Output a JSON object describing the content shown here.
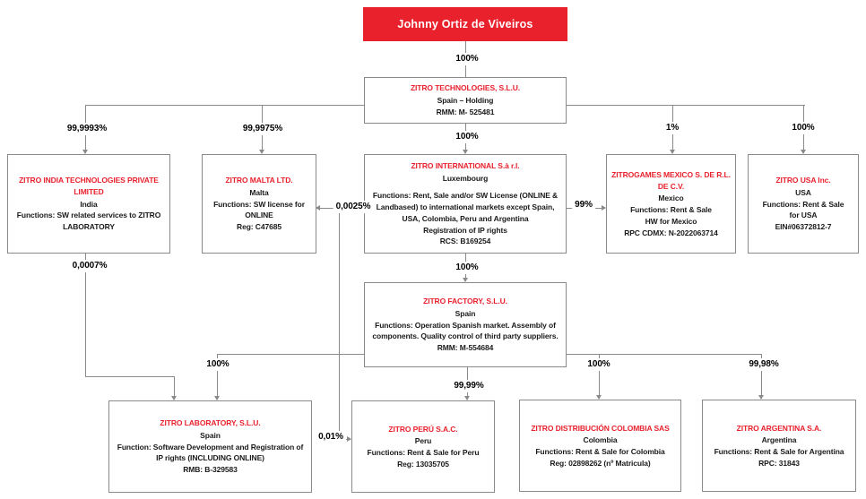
{
  "root": {
    "name": "Johnny Ortiz de Viveiros"
  },
  "companies": {
    "technologies": {
      "title": "ZITRO TECHNOLOGIES, S.L.U.",
      "l1": "Spain – Holding",
      "l2": "RMM: M- 525481"
    },
    "india": {
      "title": "ZITRO INDIA TECHNOLOGIES PRIVATE LIMITED",
      "l1": "India",
      "l2": "Functions: SW related services to ZITRO LABORATORY"
    },
    "malta": {
      "title": "ZITRO MALTA LTD.",
      "l1": "Malta",
      "l2": "Functions: SW license for ONLINE",
      "l3": "Reg: C47685"
    },
    "international": {
      "title": "ZITRO INTERNATIONAL S.à r.l.",
      "l1": "Luxembourg",
      "l2": "Functions: Rent, Sale and/or SW License (ONLINE & Landbased) to international markets except Spain, USA, Colombia, Peru and Argentina",
      "l3": "Registration of IP rights",
      "l4": "RCS: B169254"
    },
    "mexico": {
      "title": "ZITROGAMES MEXICO S. DE R.L. DE C.V.",
      "l1": "Mexico",
      "l2": "Functions: Rent & Sale",
      "l3": "HW for Mexico",
      "l4": "RPC CDMX: N-2022063714"
    },
    "usa": {
      "title": "ZITRO USA Inc.",
      "l1": "USA",
      "l2": "Functions: Rent & Sale",
      "l3": "for USA",
      "l4": "EIN#06372812-7"
    },
    "factory": {
      "title": "ZITRO FACTORY, S.L.U.",
      "l1": "Spain",
      "l2": "Functions: Operation Spanish market. Assembly of components. Quality control of third party suppliers.",
      "l3": "RMM: M-554684"
    },
    "laboratory": {
      "title": "ZITRO LABORATORY, S.L.U.",
      "l1": "Spain",
      "l2": "Function: Software Development and Registration of IP rights (INCLUDING ONLINE)",
      "l3": "RMB: B-329583"
    },
    "peru": {
      "title": "ZITRO PERÚ S.A.C.",
      "l1": "Peru",
      "l2": "Functions: Rent & Sale for Peru",
      "l3": "Reg: 13035705"
    },
    "colombia": {
      "title": "ZITRO DISTRIBUCIÓN COLOMBIA SAS",
      "l1": "Colombia",
      "l2": "Functions: Rent & Sale for Colombia",
      "l3": "Reg: 02898262 (nº Matricula)"
    },
    "argentina": {
      "title": "ZITRO ARGENTINA S.A.",
      "l1": "Argentina",
      "l2": "Functions: Rent & Sale for Argentina",
      "l3": "RPC: 31843"
    }
  },
  "ownership": {
    "root_technologies": "100%",
    "technologies_india": "99,9993%",
    "technologies_malta": "99,9975%",
    "technologies_international": "100%",
    "technologies_mexico": "1%",
    "technologies_usa": "100%",
    "international_malta": "0,0025%",
    "international_mexico": "99%",
    "laboratory_india": "0,0007%",
    "international_factory": "100%",
    "factory_laboratory": "100%",
    "factory_peru": "99,99%",
    "peru_minority": "0,01%",
    "factory_colombia": "100%",
    "factory_argentina": "99,98%"
  },
  "colors": {
    "brand_red": "#e8212d",
    "line_gray": "#8a8a8a"
  }
}
